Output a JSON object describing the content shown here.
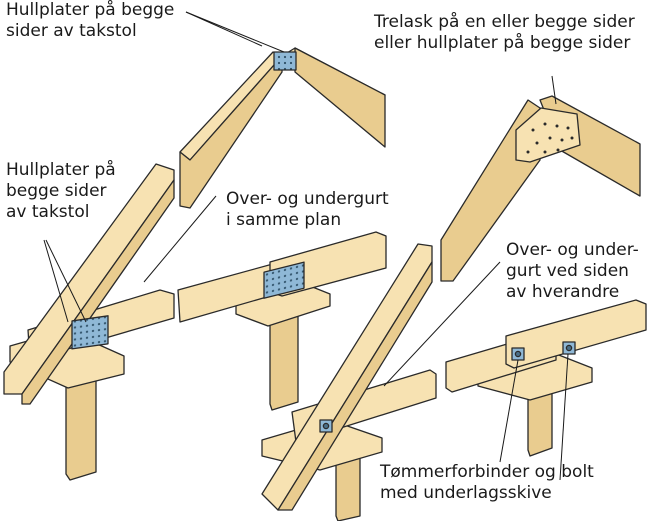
{
  "labels": {
    "top_left": [
      "Hullplater på begge",
      "sider av takstol"
    ],
    "top_right": [
      "Trelask på en eller begge sider",
      "eller hullplater på begge sider"
    ],
    "mid_left": [
      "Hullplater på",
      "begge sider",
      "av takstol"
    ],
    "mid_center": [
      "Over- og undergurt",
      "i samme plan"
    ],
    "mid_right": [
      "Over- og under-",
      "gurt ved siden",
      "av hverandre"
    ],
    "bottom_right": [
      "Tømmerforbinder og bolt",
      "med underlagsskive"
    ]
  },
  "colors": {
    "wood": "#f7e2b2",
    "wood_side": "#e9cc8f",
    "outline": "#2a2a2a",
    "plate": "#8fb8d6",
    "bolt": "#4a6f88"
  }
}
